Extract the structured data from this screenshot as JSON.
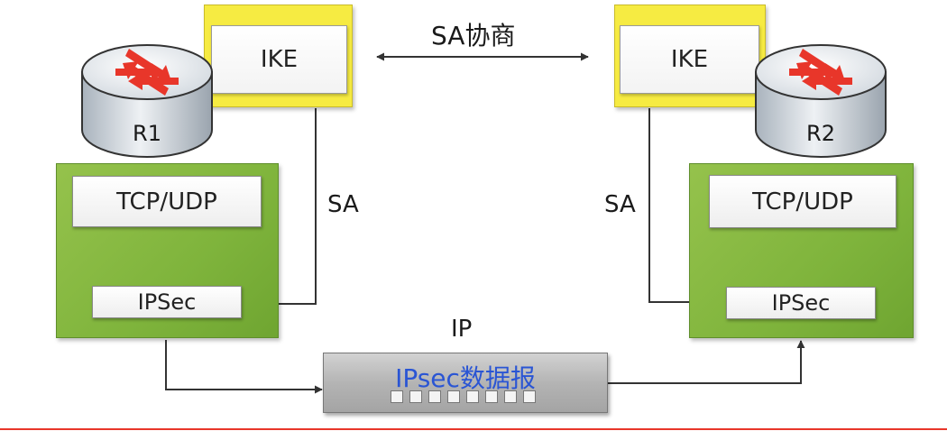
{
  "routers": {
    "left": {
      "name": "R1"
    },
    "right": {
      "name": "R2"
    }
  },
  "ike": {
    "left": "IKE",
    "right": "IKE"
  },
  "sa_negotiation": "SA协商",
  "sa_labels": {
    "left": "SA",
    "right": "SA"
  },
  "stack": {
    "left": {
      "transport": "TCP/UDP",
      "ipsec": "IPSec"
    },
    "right": {
      "transport": "TCP/UDP",
      "ipsec": "IPSec"
    }
  },
  "ip_label": "IP",
  "datagram": {
    "title": "IPsec数据报"
  },
  "colors": {
    "ike_frame": "#f6eb42",
    "host_box": "#8aba45",
    "datagram_title": "#2a55d4",
    "router_arrows": "#e8362a",
    "bottom_rule": "#e8362a"
  }
}
